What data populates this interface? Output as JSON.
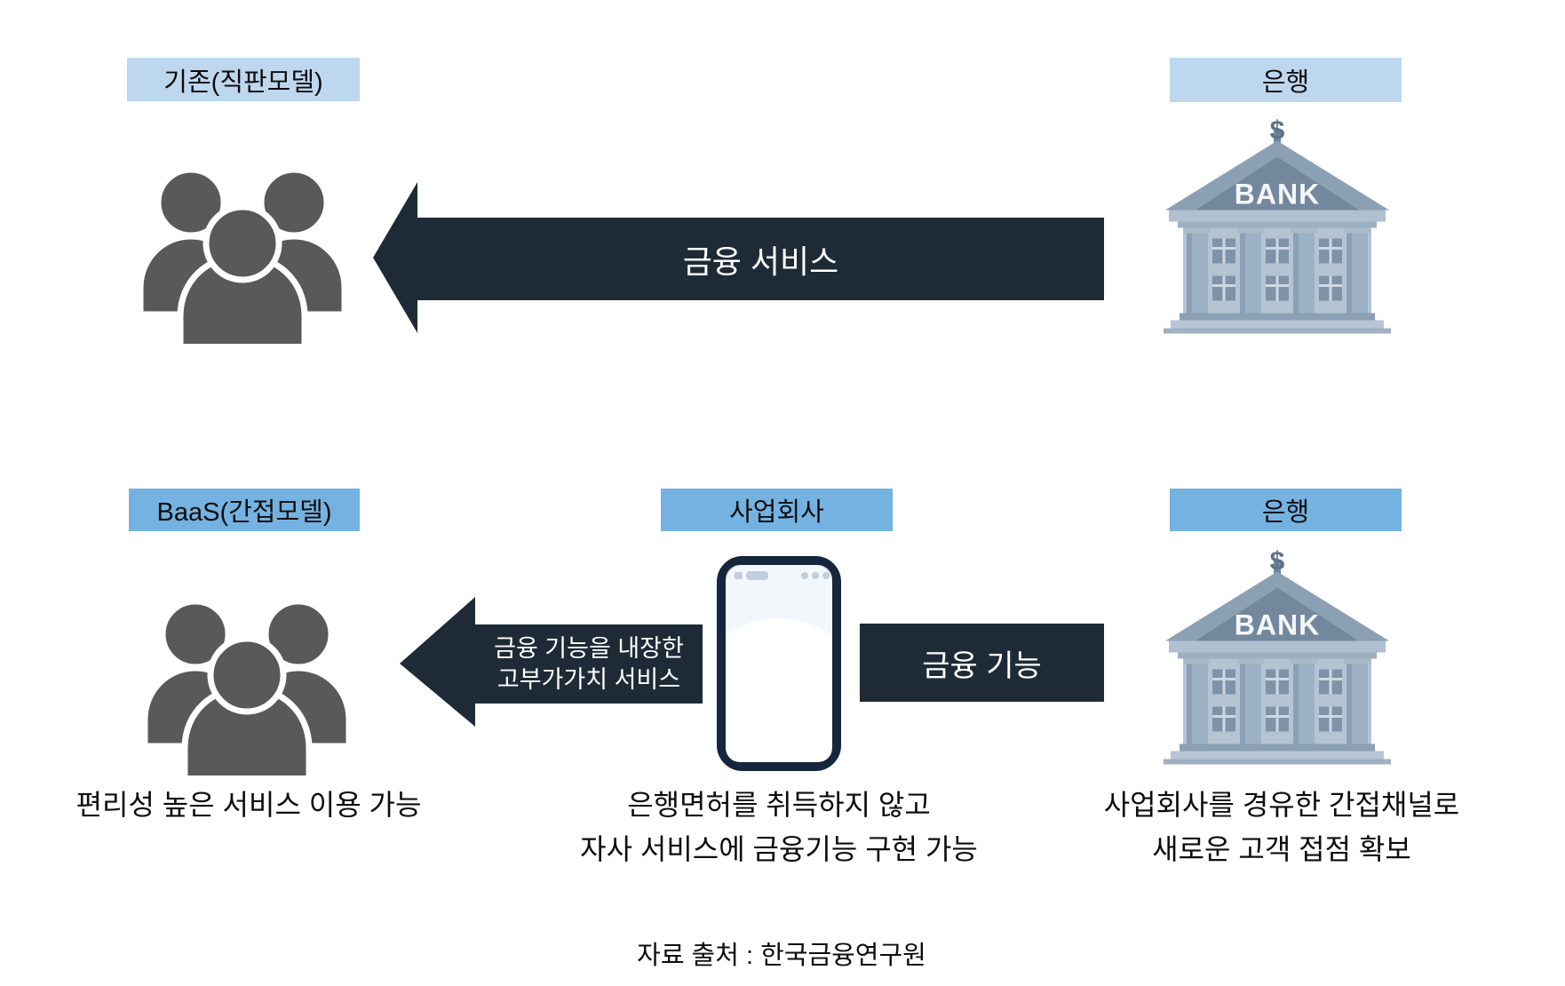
{
  "colors": {
    "label_light_blue": "#bdd7ee",
    "label_medium_blue": "#74b2e1",
    "arrow_dark_navy": "#1e2b37",
    "people_gray": "#595959",
    "bank_roof": "#73889d",
    "bank_body": "#b5c4d3",
    "phone_border": "#16263c"
  },
  "top_row": {
    "model_label": "기존(직판모델)",
    "bank_label": "은행",
    "arrow_label": "금융 서비스"
  },
  "bottom_row": {
    "model_label": "BaaS(간접모델)",
    "company_label": "사업회사",
    "bank_label": "은행",
    "embedded_arrow_line1": "금융 기능을 내장한",
    "embedded_arrow_line2": "고부가가치 서비스",
    "function_label": "금융 기능"
  },
  "captions": {
    "consumers": "편리성 높은 서비스 이용 가능",
    "company_line1": "은행면허를 취득하지 않고",
    "company_line2": "자사 서비스에 금융기능 구현 가능",
    "bank_line1": "사업회사를 경유한 간접채널로",
    "bank_line2": "새로운 고객 접점 확보"
  },
  "source": "자료 출처 : 한국금융연구원",
  "icons": {
    "bank_sign": "BANK",
    "dollar": "$",
    "people": "people-group-icon",
    "phone": "smartphone-icon"
  }
}
